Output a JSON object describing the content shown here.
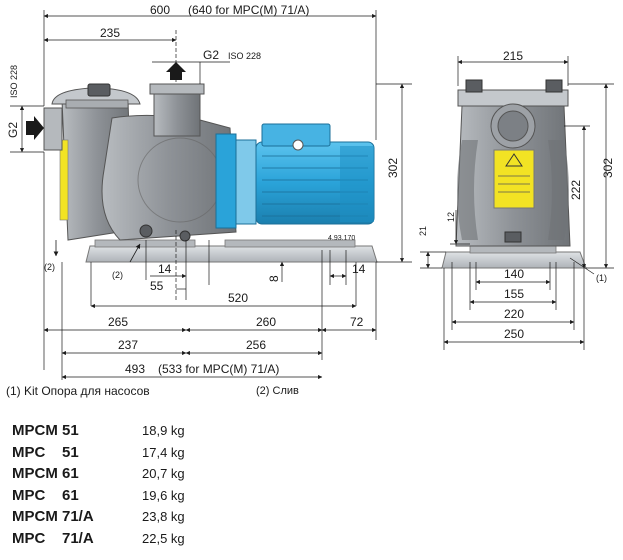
{
  "side_view": {
    "dims": {
      "length_total": "600",
      "length_total_alt": "(640 for MPC(M) 71/A)",
      "inlet_to_outlet": "235",
      "outlet_thread": "G2",
      "outlet_std": "ISO 228",
      "inlet_thread": "G2",
      "inlet_std": "ISO 228",
      "height": "302",
      "foot_14a": "14",
      "foot_55": "55",
      "foot_14b": "14",
      "foot_8": "8",
      "base_520": "520",
      "d265": "265",
      "d260": "260",
      "d72": "72",
      "d237": "237",
      "d256": "256",
      "base_493": "493",
      "base_493_alt": "(533 for MPC(M) 71/A)",
      "drain_mark_a": "(2)",
      "drain_mark_b": "(2)",
      "drawing_code": "4.93.170"
    }
  },
  "front_view": {
    "dims": {
      "width_top": "215",
      "height_302": "302",
      "height_222": "222",
      "d21": "21",
      "d12": "12",
      "d140": "140",
      "d155": "155",
      "d220": "220",
      "d250": "250",
      "kit_mark": "(1)"
    }
  },
  "legend": {
    "note1": "(1) Kit Опора для насосов",
    "note2": "(2)  Слив"
  },
  "models": [
    {
      "name": "MPCM 51",
      "weight": "18,9 kg"
    },
    {
      "name": "MPC    51",
      "weight": "17,4 kg"
    },
    {
      "name": "MPCM 61",
      "weight": "20,7 kg"
    },
    {
      "name": "MPC    61",
      "weight": "19,6 kg"
    },
    {
      "name": "MPCM 71/A",
      "weight": "23,8 kg"
    },
    {
      "name": "MPC    71/A",
      "weight": "22,5 kg"
    }
  ],
  "colors": {
    "pump_body": "#8e9297",
    "motor": "#2aa3d9",
    "motor_dark": "#1b7fae",
    "warning_label": "#f2e324",
    "base": "#c9cdd2",
    "line": "#1a1a1a"
  }
}
